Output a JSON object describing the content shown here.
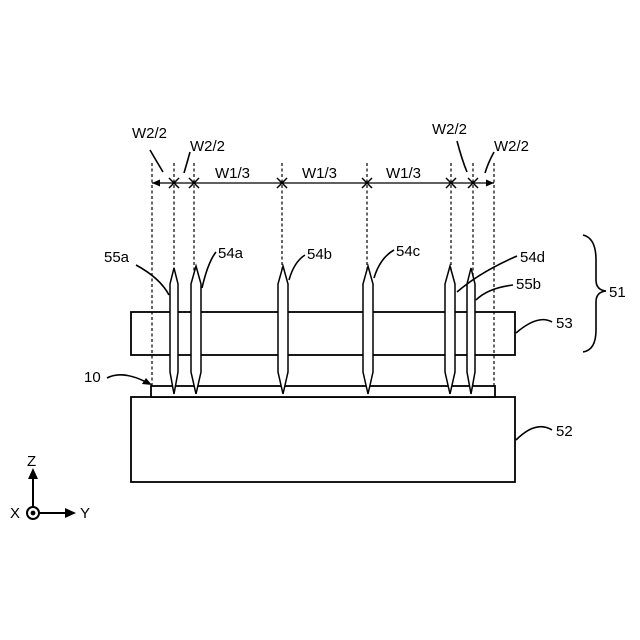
{
  "labels": {
    "w2_left_outer": "W2/2",
    "w2_left_inner": "W2/2",
    "w2_right_inner": "W2/2",
    "w2_right_outer": "W2/2",
    "w1_a": "W1/3",
    "w1_b": "W1/3",
    "w1_c": "W1/3",
    "ref_55a": "55a",
    "ref_54a": "54a",
    "ref_54b": "54b",
    "ref_54c": "54c",
    "ref_54d": "54d",
    "ref_55b": "55b",
    "ref_51": "51",
    "ref_53": "53",
    "ref_52": "52",
    "ref_10": "10",
    "axis_z": "Z",
    "axis_x": "X",
    "axis_y": "Y"
  }
}
